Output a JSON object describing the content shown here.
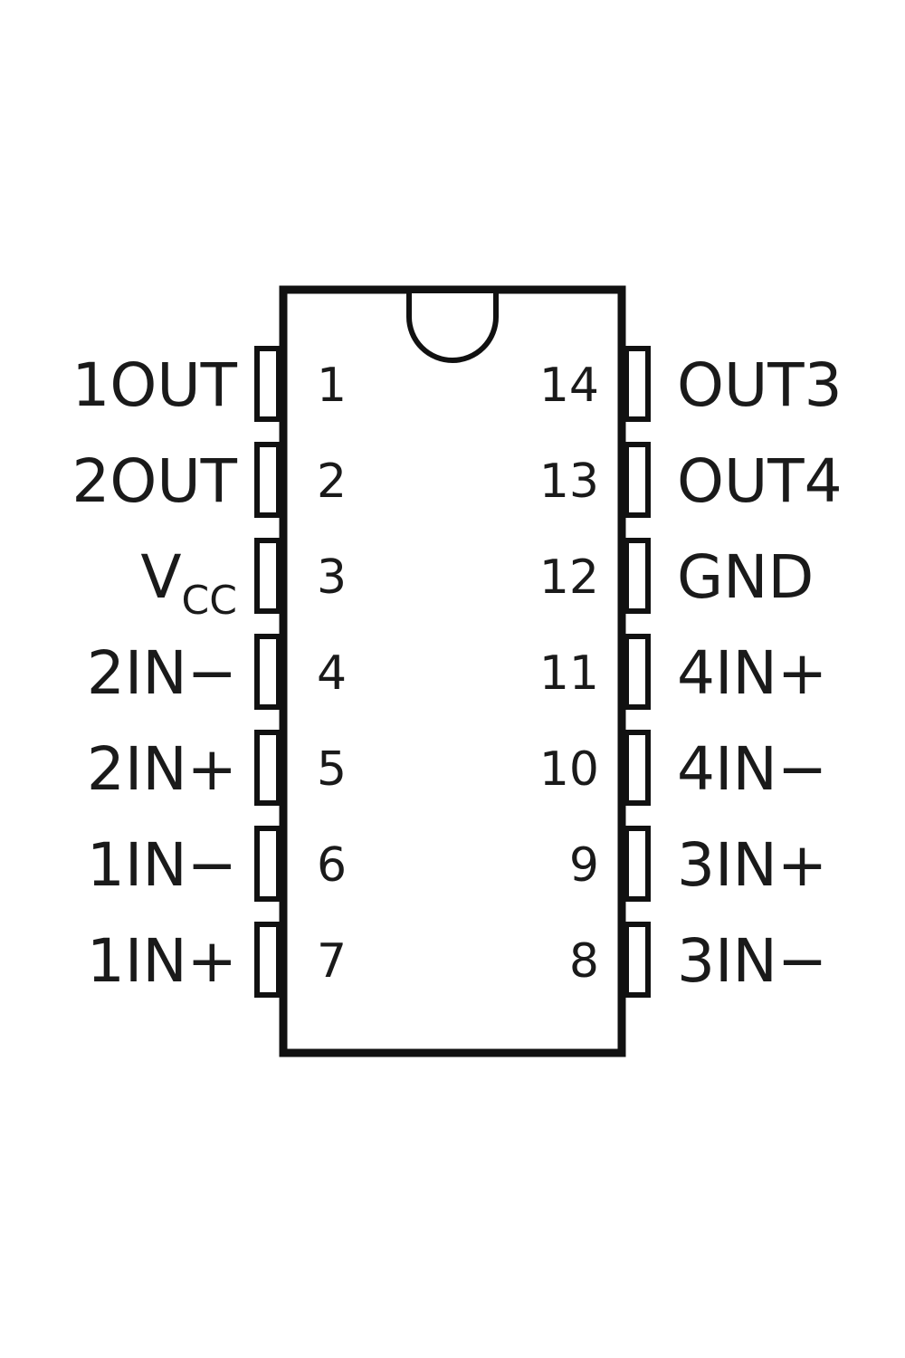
{
  "chip": {
    "left_pins": [
      {
        "number": "1",
        "name": "1OUT"
      },
      {
        "number": "2",
        "name": "2OUT"
      },
      {
        "number": "3",
        "name": "V",
        "name_sub": "CC"
      },
      {
        "number": "4",
        "name": "2IN−"
      },
      {
        "number": "5",
        "name": "2IN+"
      },
      {
        "number": "6",
        "name": "1IN−"
      },
      {
        "number": "7",
        "name": "1IN+"
      }
    ],
    "right_pins": [
      {
        "number": "14",
        "name": "OUT3"
      },
      {
        "number": "13",
        "name": "OUT4"
      },
      {
        "number": "12",
        "name": "GND"
      },
      {
        "number": "11",
        "name": "4IN+"
      },
      {
        "number": "10",
        "name": "4IN−"
      },
      {
        "number": "9",
        "name": "3IN+"
      },
      {
        "number": "8",
        "name": "3IN−"
      }
    ]
  }
}
